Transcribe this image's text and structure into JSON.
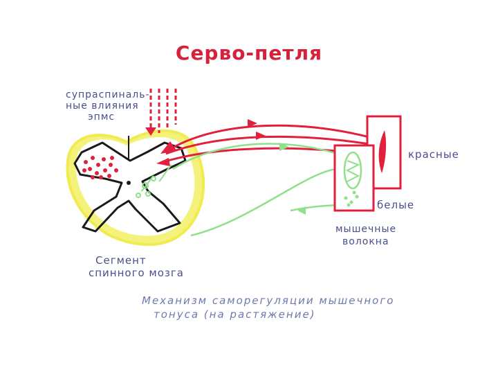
{
  "title": "Серво-петля",
  "labels": {
    "supraspinal_line1": "супраспиналь-",
    "supraspinal_line2": "ные влияния",
    "supraspinal_line3": "эпмс",
    "red_fibers": "красные",
    "white_fibers": "белые",
    "muscle_fibers_line1": "мышечные",
    "muscle_fibers_line2": "волокна",
    "segment_line1": "Сегмент",
    "segment_line2": "спинного мозга"
  },
  "caption": {
    "line1": "Механизм саморегуляции мышечного",
    "line2": "тонуса (на растяжение)"
  },
  "colors": {
    "title": "#d8203a",
    "labels": "#4a4e8c",
    "caption": "#6f77b0",
    "yellow_matter": "#f4f27a",
    "red_pathway": "#e0203c",
    "green_pathway": "#8ee08a",
    "outline": "#1a1a1a"
  }
}
